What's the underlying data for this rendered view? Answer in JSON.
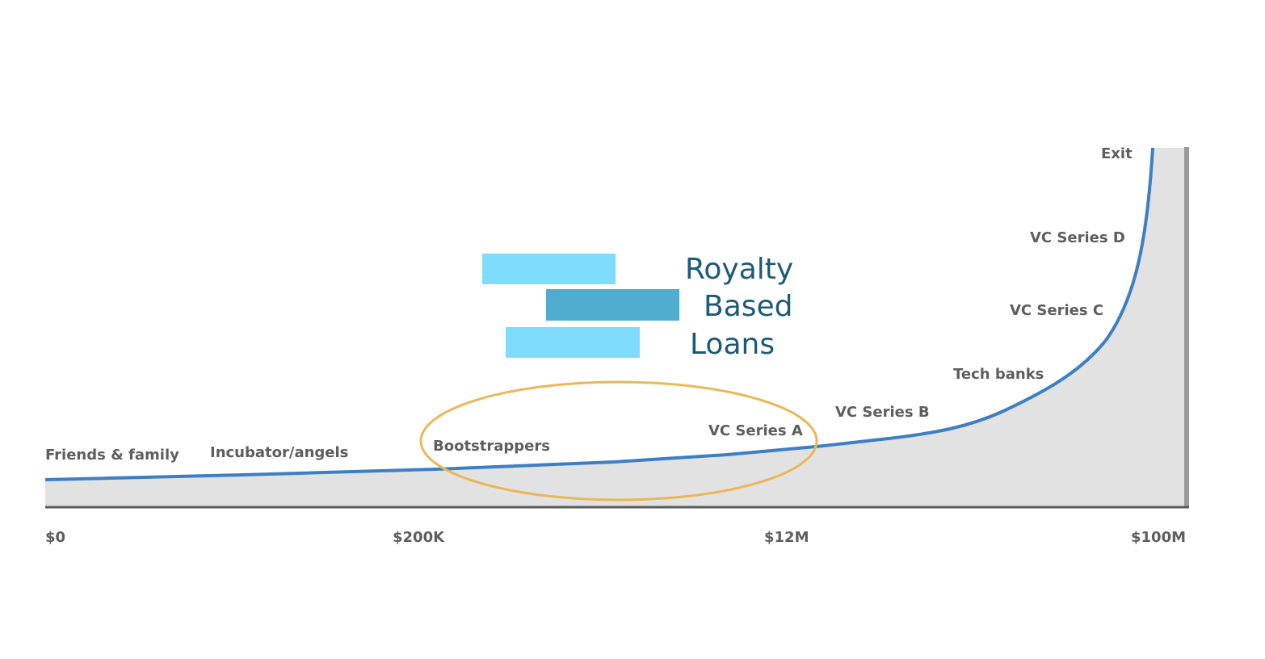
{
  "chart_data": {
    "type": "area",
    "x_ticks": [
      "$0",
      "$200K",
      "$12M",
      "$100M"
    ],
    "stages": [
      {
        "name": "Friends & family"
      },
      {
        "name": "Incubator/angels"
      },
      {
        "name": "Bootstrappers"
      },
      {
        "name": "VC Series A"
      },
      {
        "name": "VC Series B"
      },
      {
        "name": "Tech banks"
      },
      {
        "name": "VC Series C"
      },
      {
        "name": "VC Series D"
      },
      {
        "name": "Exit"
      }
    ],
    "highlight": {
      "label": "Bootstrappers to VC Series A range",
      "color": "#e9b85a"
    },
    "colors": {
      "line": "#3d7fc4",
      "area": "#e2e2e2",
      "axis": "#5a5a5a"
    }
  },
  "logo": {
    "lines": [
      "Royalty",
      "Based",
      "Loans"
    ],
    "colors": {
      "light": "#7fdcfc",
      "dark": "#4fadd0",
      "text": "#1b5a78"
    }
  }
}
